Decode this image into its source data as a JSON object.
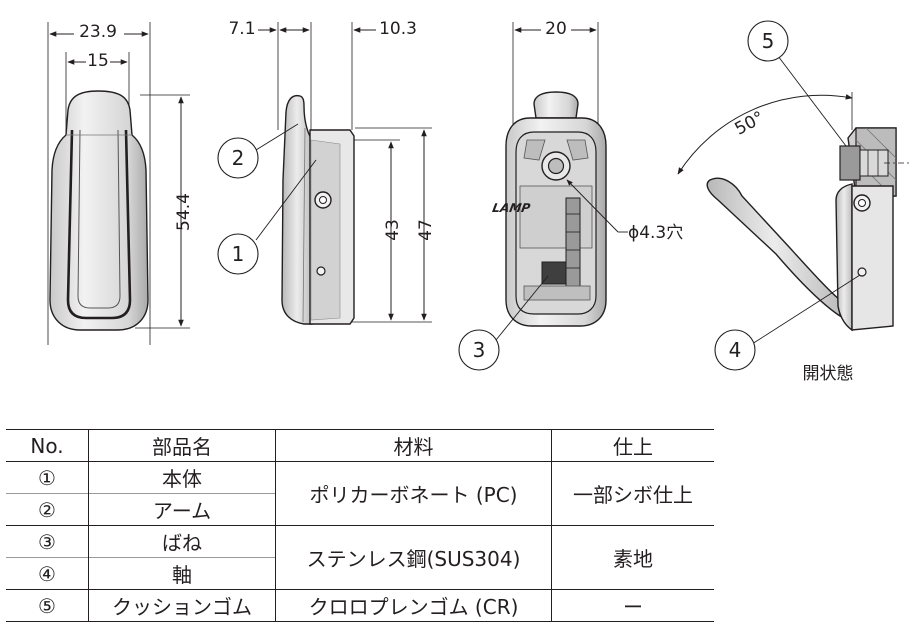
{
  "dimensions": {
    "width_overall": "23.9",
    "width_inner": "15",
    "height_overall": "54.4",
    "side_left": "7.1",
    "side_right": "10.3",
    "side_h1": "43",
    "side_h2": "47",
    "back_width": "20",
    "hole": "ϕ4.3穴",
    "open_angle": "50°"
  },
  "callouts": [
    "1",
    "2",
    "3",
    "4",
    "5"
  ],
  "brand_mark": "LAMP",
  "open_state_label": "開状態",
  "table": {
    "headers": [
      "No.",
      "部品名",
      "材料",
      "仕上"
    ],
    "rows": [
      {
        "no": "①",
        "name": "本体"
      },
      {
        "no": "②",
        "name": "アーム"
      },
      {
        "no": "③",
        "name": "ばね"
      },
      {
        "no": "④",
        "name": "軸"
      },
      {
        "no": "⑤",
        "name": "クッションゴム"
      }
    ],
    "material_pc": "ポリカーボネート (PC)",
    "finish_pc": "一部シボ仕上",
    "material_sus": "ステンレス鋼(SUS304)",
    "finish_sus": "素地",
    "material_cr": "クロロプレンゴム (CR)",
    "finish_cr": "ー"
  }
}
